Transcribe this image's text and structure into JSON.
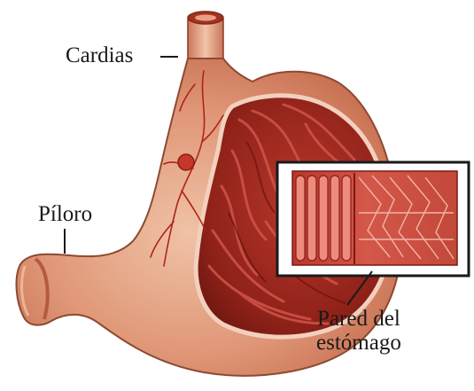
{
  "labels": {
    "cardias": "Cardias",
    "piloro": "Píloro",
    "pared_line1": "Pared del",
    "pared_line2": "estómago"
  },
  "colors": {
    "outer_skin": "#d98a6a",
    "outer_light": "#eab396",
    "inner_dark": "#7a1a14",
    "inner_mid": "#a8281f",
    "rugae": "#c9493c",
    "vessel": "#b0231a",
    "leader": "#1a1a1a"
  }
}
